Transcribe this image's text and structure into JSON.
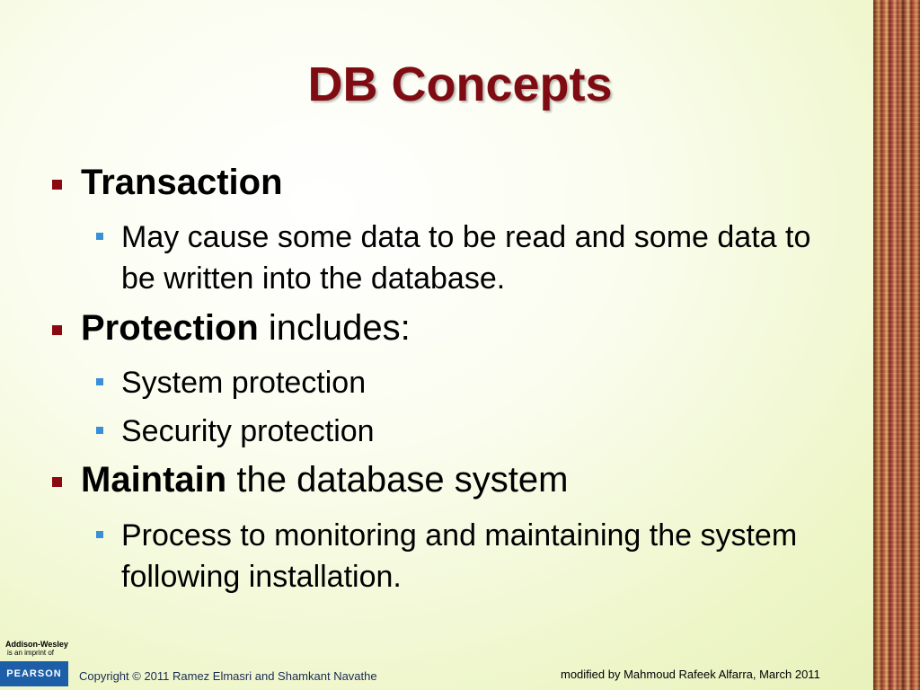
{
  "slide": {
    "title": "DB Concepts",
    "items": [
      {
        "bold": "Transaction",
        "rest": "",
        "subitems": [
          "May cause some data to be read and some data to be written into the database."
        ]
      },
      {
        "bold": "Protection",
        "rest": " includes:",
        "subitems": [
          "System protection",
          "Security protection"
        ]
      },
      {
        "bold": "Maintain",
        "rest": " the database system",
        "subitems": [
          "Process to monitoring and maintaining the system following installation."
        ]
      }
    ]
  },
  "footer": {
    "publisher_line1": "Addison-Wesley",
    "publisher_line2": "is an imprint of",
    "logo_text": "PEARSON",
    "copyright": "Copyright © 2011 Ramez Elmasri and Shamkant Navathe",
    "modified": "modified by Mahmoud Rafeek Alfarra, March 2011"
  },
  "colors": {
    "title": "#7f0c12",
    "bullet_level1": "#8b0a12",
    "bullet_level2": "#3a8fd8",
    "logo_bg": "#1c5fa8"
  }
}
